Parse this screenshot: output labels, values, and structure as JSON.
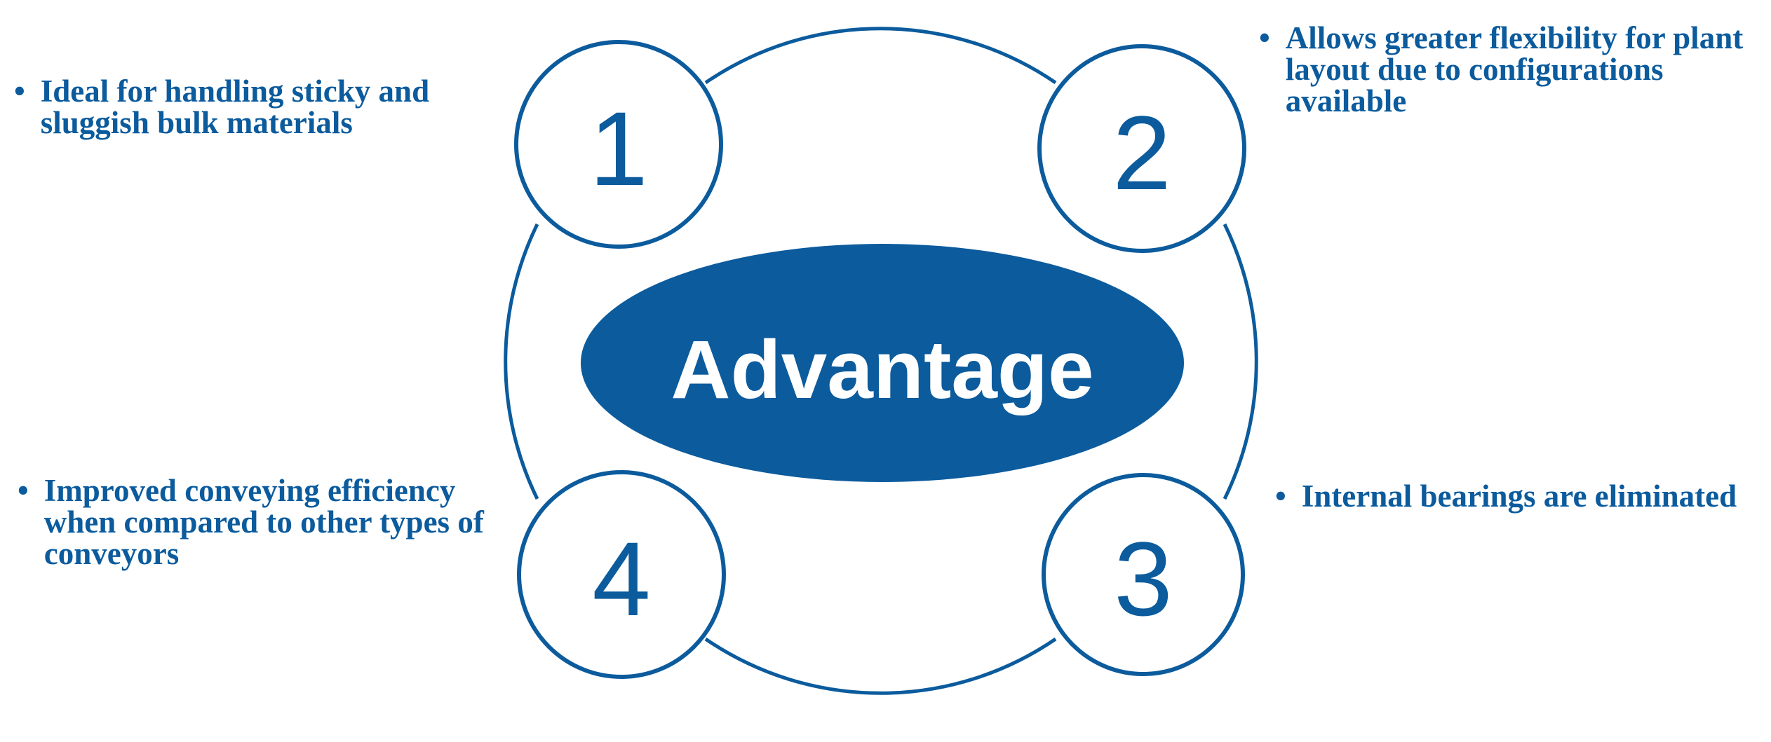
{
  "colors": {
    "brand_blue": "#0B5B9D",
    "background": "#FFFFFF",
    "center_text": "#FFFFFF"
  },
  "center": {
    "label": "Advantage"
  },
  "nodes": [
    {
      "number": "1",
      "bullet_marker": "•",
      "text": "Ideal for handling sticky and sluggish bulk materials"
    },
    {
      "number": "2",
      "bullet_marker": "•",
      "text": "Allows greater flexibility for plant layout due to configurations available"
    },
    {
      "number": "3",
      "bullet_marker": "•",
      "text": "Internal bearings are eliminated"
    },
    {
      "number": "4",
      "bullet_marker": "•",
      "text": "Improved conveying efficiency when compared to other types of conveyors"
    }
  ]
}
